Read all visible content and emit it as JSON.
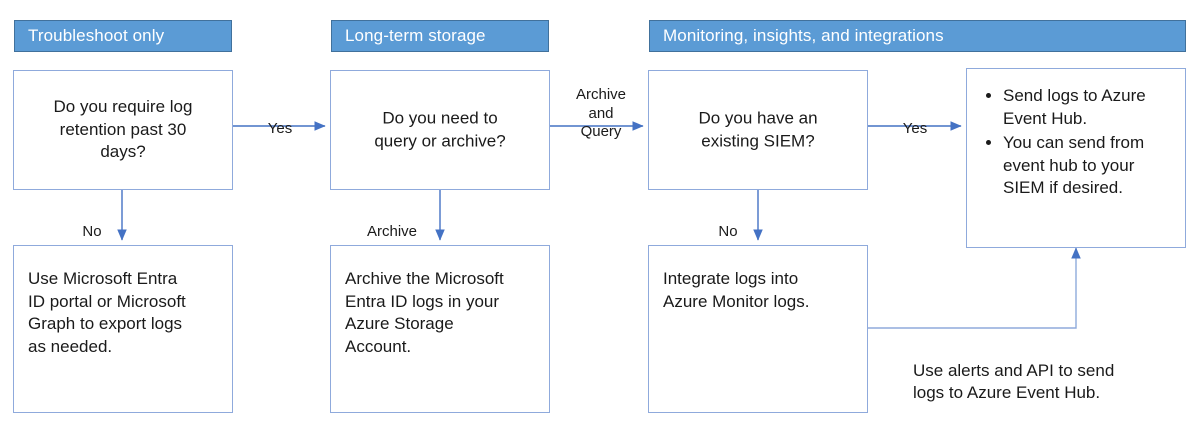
{
  "diagram": {
    "title_bars": [
      {
        "id": "troubleshoot",
        "label": "Troubleshoot only"
      },
      {
        "id": "longterm",
        "label": "Long-term storage"
      },
      {
        "id": "monitoring",
        "label": "Monitoring, insights, and integrations"
      }
    ],
    "nodes": [
      {
        "id": "q-retention",
        "text": "Do you require log\nretention past 30\ndays?"
      },
      {
        "id": "a-portal",
        "text": "Use Microsoft Entra\nID portal or Microsoft\nGraph to export logs\nas needed."
      },
      {
        "id": "q-query-archive",
        "text": "Do you need to\nquery or archive?"
      },
      {
        "id": "a-archive",
        "text": "Archive the Microsoft\nEntra ID logs in your\nAzure Storage\nAccount."
      },
      {
        "id": "q-siem",
        "text": "Do you have an\nexisting SIEM?"
      },
      {
        "id": "a-monitor",
        "text": "Integrate logs into\nAzure Monitor logs."
      },
      {
        "id": "a-eventhub",
        "bullets": [
          "Send logs to Azure Event Hub.",
          "You can send from event hub to your SIEM if desired."
        ]
      }
    ],
    "edge_labels": [
      {
        "id": "yes-1",
        "text": "Yes"
      },
      {
        "id": "no-1",
        "text": "No"
      },
      {
        "id": "archive-1",
        "text": "Archive"
      },
      {
        "id": "archive-and-query",
        "text": "Archive\nand\nQuery"
      },
      {
        "id": "no-2",
        "text": "No"
      },
      {
        "id": "yes-2",
        "text": "Yes"
      }
    ],
    "annotations": [
      {
        "id": "alerts-api-note",
        "text": "Use alerts and API to send\nlogs to Azure Event Hub."
      }
    ],
    "colors": {
      "header_fill": "#5b9bd5",
      "header_border": "#41719c",
      "node_border": "#8faadc",
      "connector": "#4472c4",
      "text": "#1a1a1a",
      "header_text": "#ffffff"
    }
  }
}
